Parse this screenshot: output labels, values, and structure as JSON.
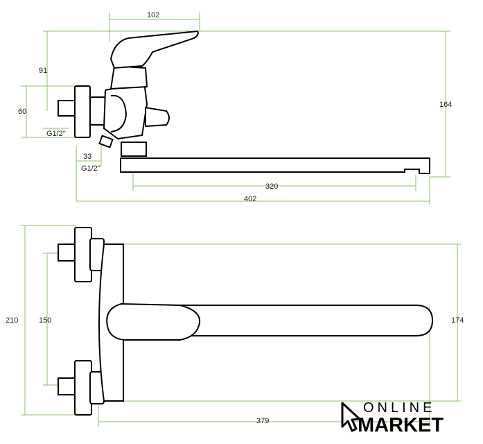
{
  "top_view": {
    "dim_102": "102",
    "dim_91": "91",
    "dim_60": "60",
    "dim_164": "164",
    "dim_33": "33",
    "dim_320": "320",
    "dim_402": "402",
    "thread_1": "G1/2\"",
    "thread_2": "G1/2\""
  },
  "bottom_view": {
    "dim_210": "210",
    "dim_150": "150",
    "dim_174": "174",
    "dim_379": "379"
  },
  "logo": {
    "line1": "ONLINE",
    "line2": "MARKET"
  },
  "colors": {
    "dimension_line": "#8bbf6a",
    "outline": "#000000"
  }
}
